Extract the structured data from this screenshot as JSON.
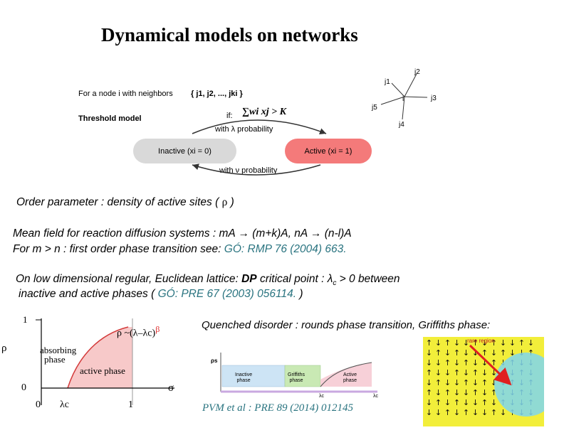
{
  "title": "Dynamical models on networks",
  "threshold_diagram": {
    "neighbors_text": "For a node i with neighbors",
    "neighbors_set": "{ j1, j2, ..., jki }",
    "model_name": "Threshold model",
    "condition_prefix": "if:",
    "condition_formula": "∑wi xj > K",
    "upper_label": "with λ probability",
    "lower_label": "with ν probability",
    "inactive_state": "Inactive (xi = 0)",
    "active_state": "Active (xi = 1)"
  },
  "neighbor_graph": {
    "center": "i",
    "nodes": [
      "j1",
      "j2",
      "j3",
      "j4",
      "j5"
    ]
  },
  "order_parameter": {
    "text": "Order parameter : density of active sites (",
    "symbol": "ρ",
    "close": ")"
  },
  "mean_field": {
    "line1": "Mean field for reaction diffusion systems : mA → (m+k)A,  nA → (n-l)A",
    "line2_prefix": "For m > n : first order phase transition see:",
    "line2_ref": "GÓ: RMP 76 (2004) 663."
  },
  "lattice": {
    "line1_prefix": "On low dimensional regular, Euclidean lattice:",
    "line1_dp": "DP",
    "line1_mid": "critical point :",
    "line1_lambda": "λ",
    "line1_sub": "c",
    "line1_suffix": "> 0 between",
    "line2_prefix": "inactive and active phases (",
    "line2_ref": "GÓ: PRE 67 (2003) 056114.",
    "line2_suffix": ")"
  },
  "phase_diagram": {
    "y_axis_label": "ρ",
    "x_axis_label": "σ",
    "y_tick_top": "1",
    "y_tick_bottom": "0",
    "x_tick_zero": "0",
    "x_tick_lc": "λc",
    "x_tick_one": "1",
    "curve_formula": "ρ ~(λ–λc)",
    "curve_exponent": "β",
    "absorbing_label_1": "absorbing",
    "absorbing_label_2": "phase",
    "active_label": "active phase",
    "colors": {
      "active_fill": "#f7c9c9",
      "curve": "#d33a3a",
      "beta": "#e03030"
    }
  },
  "quenched": {
    "text": "Quenched disorder : rounds phase transition, Griffiths phase:"
  },
  "griffiths_diagram": {
    "y_label": "ρs",
    "inactive_label_1": "Inactive",
    "inactive_label_2": "phase",
    "griffiths_label_1": "Griffiths",
    "griffiths_label_2": "phase",
    "active_label_1": "Active",
    "active_label_2": "phase",
    "x_tick_1": "λc",
    "x_tick_2": "λc"
  },
  "rare_region_panel": {
    "label": "rare region",
    "colors": {
      "background": "#f2ee3a",
      "region": "#7fd6ee",
      "arrow": "#e02020"
    }
  },
  "citation": "PVM et al : PRE 89 (2014) 012145"
}
